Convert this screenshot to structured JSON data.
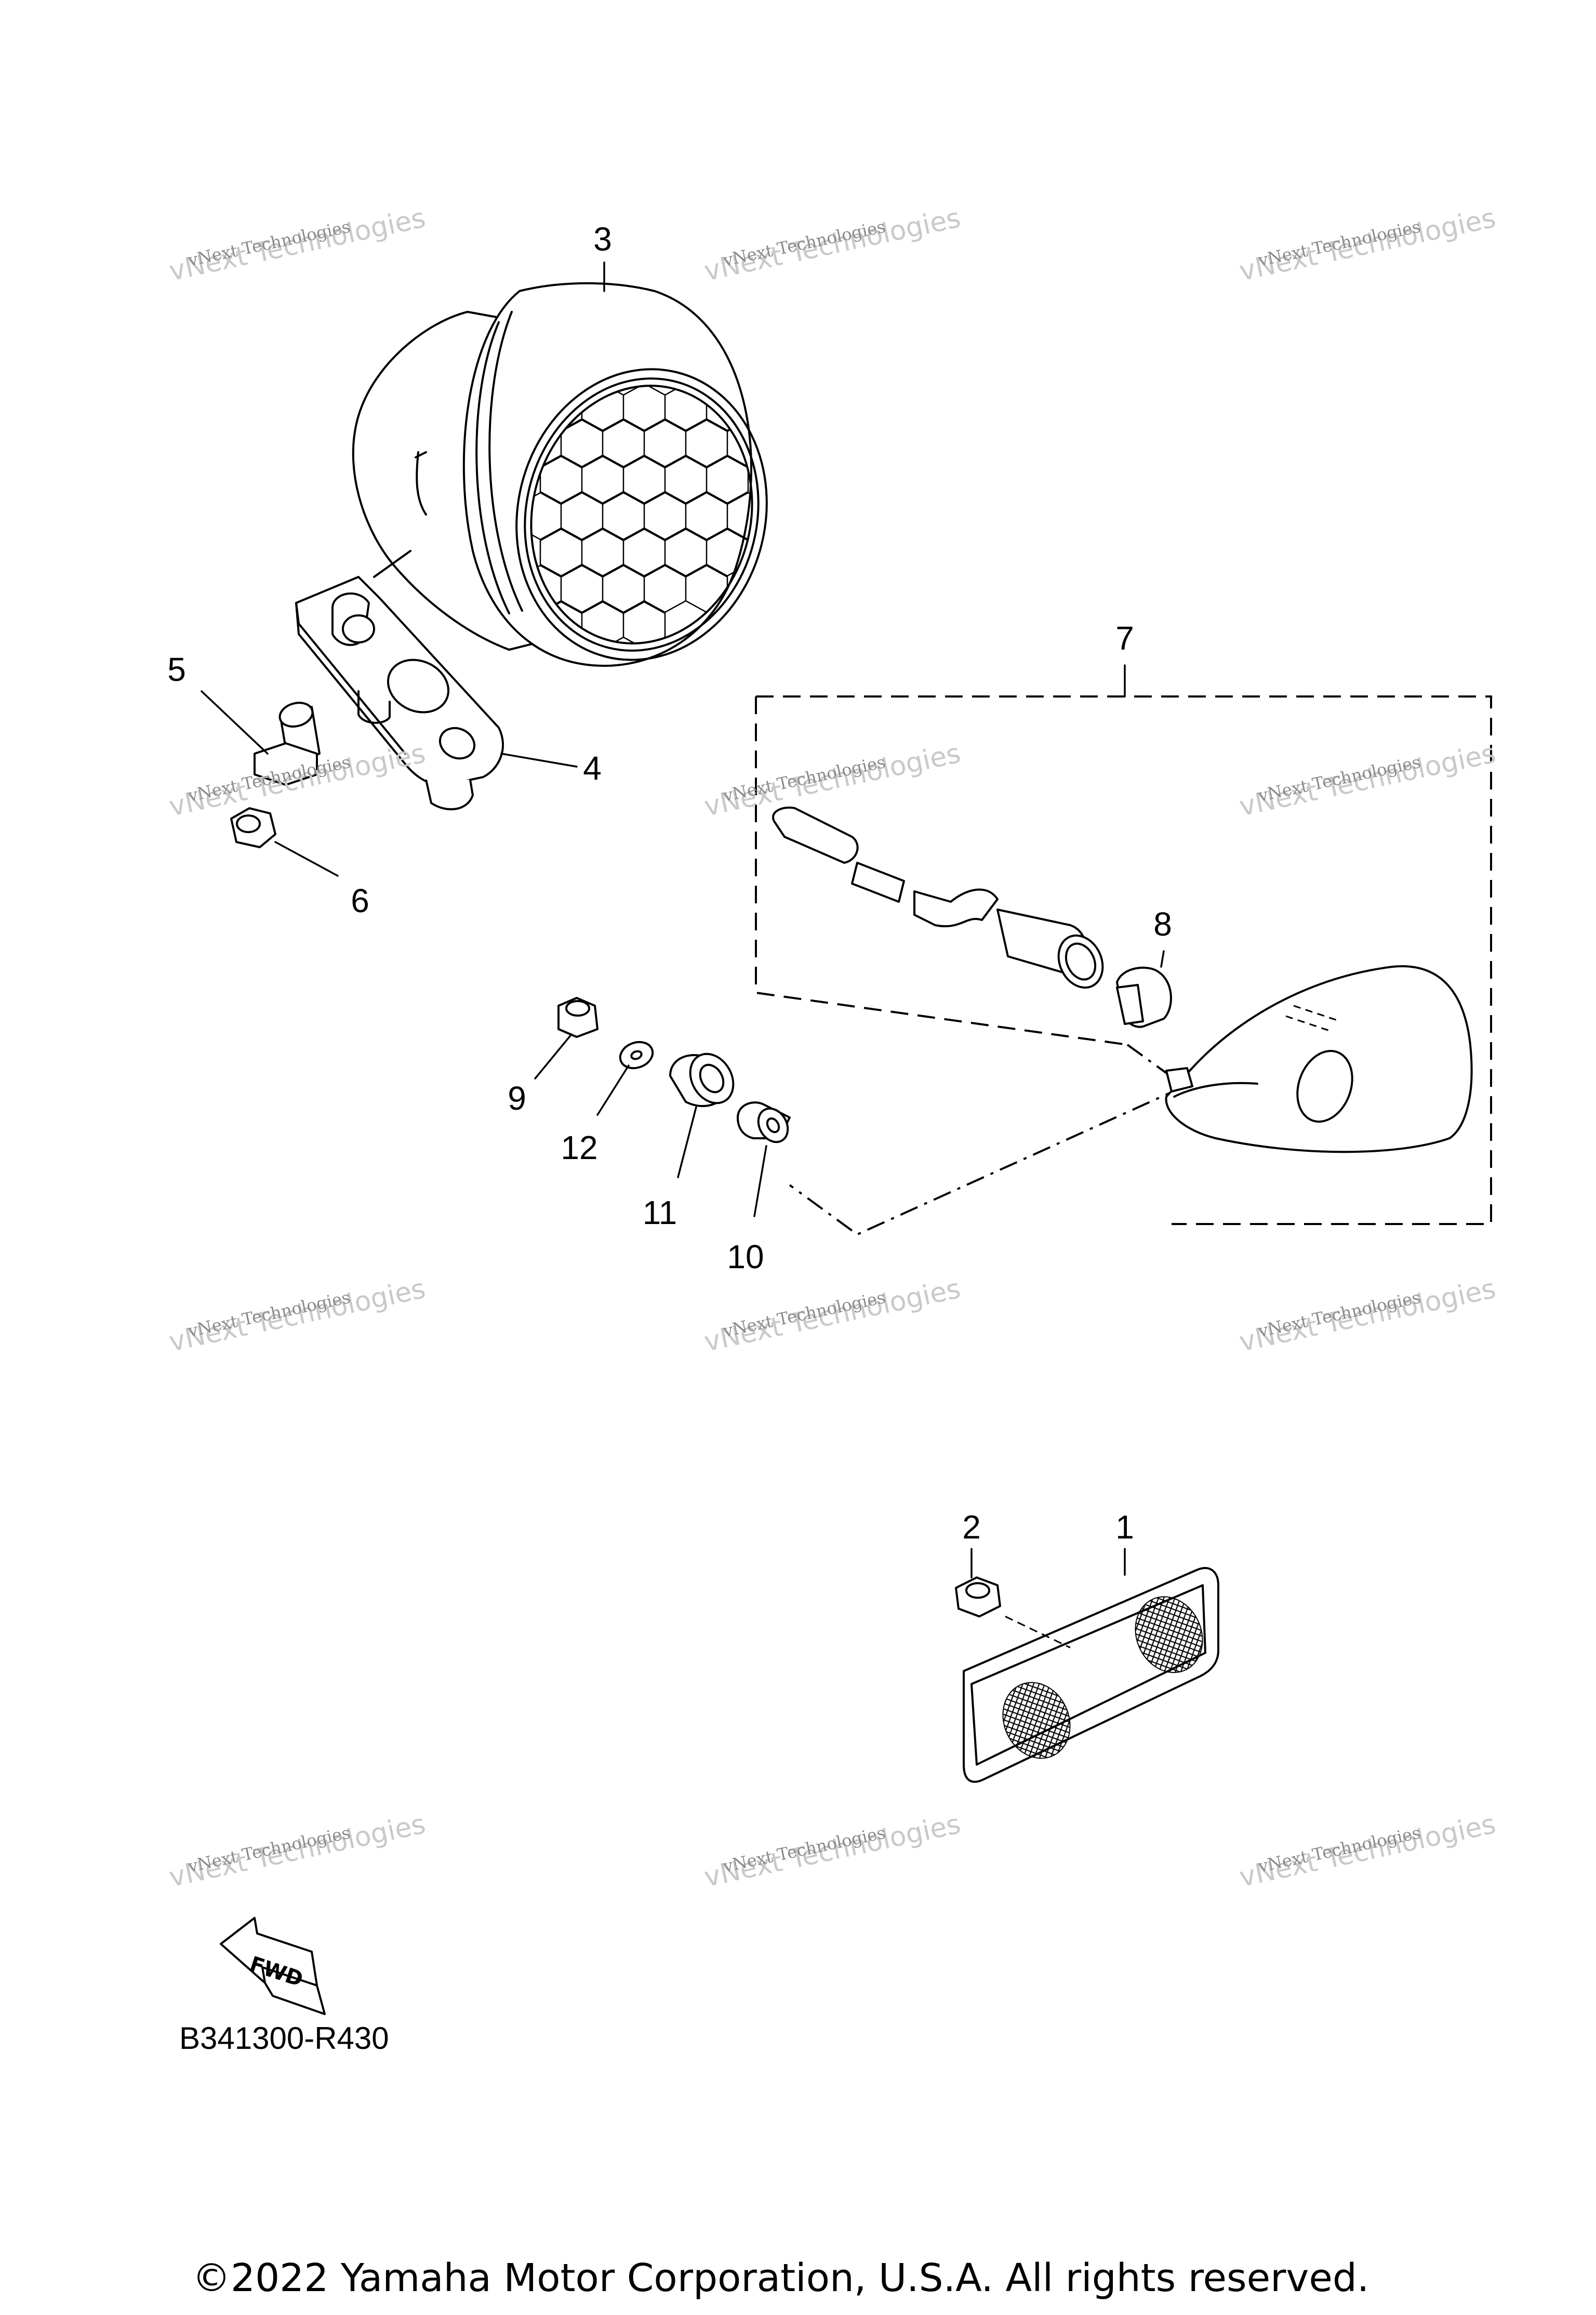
{
  "callouts": {
    "c1": "1",
    "c2": "2",
    "c3": "3",
    "c4": "4",
    "c5": "5",
    "c6": "6",
    "c7": "7",
    "c8": "8",
    "c9": "9",
    "c10": "10",
    "c11": "11",
    "c12": "12"
  },
  "watermark": {
    "big": "vNext Technologies",
    "small": "vNext Technologies"
  },
  "fwd_label": "FWD",
  "part_code": "B341300-R430",
  "copyright": "©2022 Yamaha Motor Corporation, U.S.A. All rights reserved.",
  "colors": {
    "line": "#000000",
    "background": "#ffffff",
    "watermark": "#c9c9c9"
  }
}
